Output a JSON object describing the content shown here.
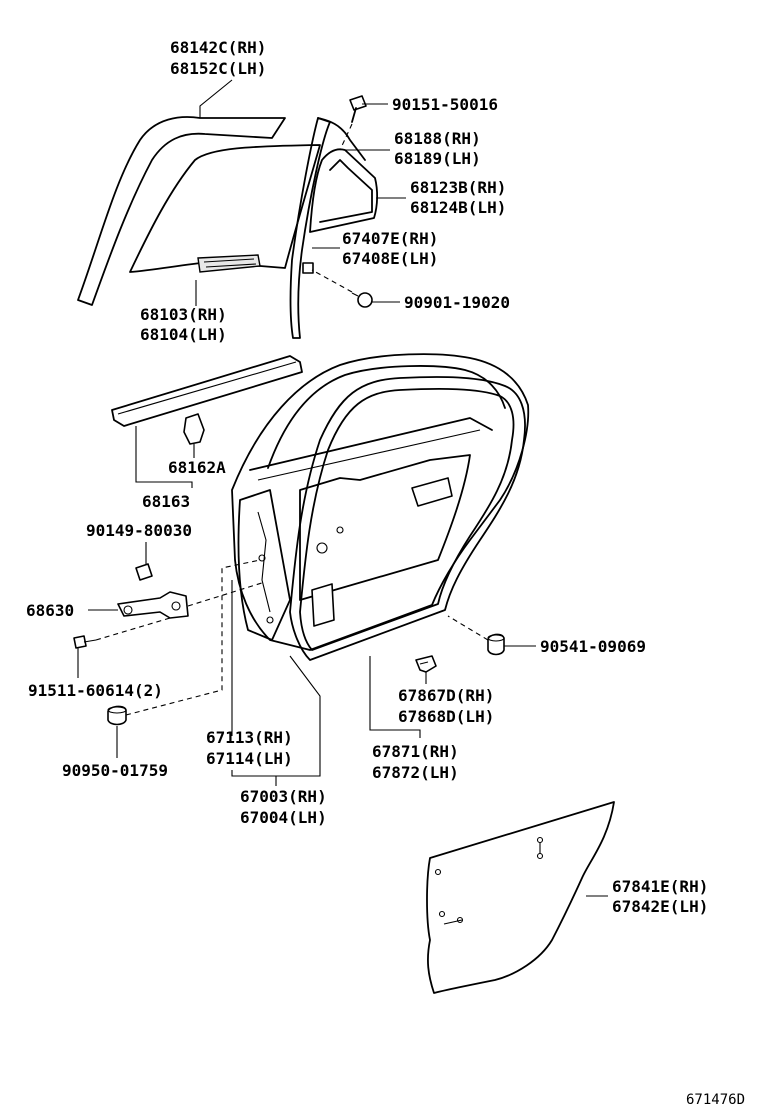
{
  "diagram": {
    "figure_id": "671476D",
    "labels": {
      "glass_run_upper": [
        "68142C(RH)",
        "68152C(LH)"
      ],
      "screw_90151": "90151-50016",
      "weatherstrip_68188": [
        "68188(RH)",
        "68189(LH)"
      ],
      "quarter_glass": [
        "68123B(RH)",
        "68124B(LH)"
      ],
      "division_bar": [
        "67407E(RH)",
        "67408E(LH)"
      ],
      "bolt_90901": "90901-19020",
      "door_glass": [
        "68103(RH)",
        "68104(LH)"
      ],
      "clip_68162A": "68162A",
      "belt_weatherstrip": "68163",
      "bolt_90149": "90149-80030",
      "door_check": "68630",
      "bolt_91511": "91511-60614(2)",
      "plug_90950": "90950-01759",
      "door_panel_inner": [
        "67113(RH)",
        "67114(LH)"
      ],
      "door_panel_sub": [
        "67003(RH)",
        "67004(LH)"
      ],
      "bumper_90541": "90541-09069",
      "clip_67867D": [
        "67867D(RH)",
        "67868D(LH)"
      ],
      "door_weatherstrip": [
        "67871(RH)",
        "67872(LH)"
      ],
      "service_hole_cover": [
        "67841E(RH)",
        "67842E(LH)"
      ]
    }
  }
}
